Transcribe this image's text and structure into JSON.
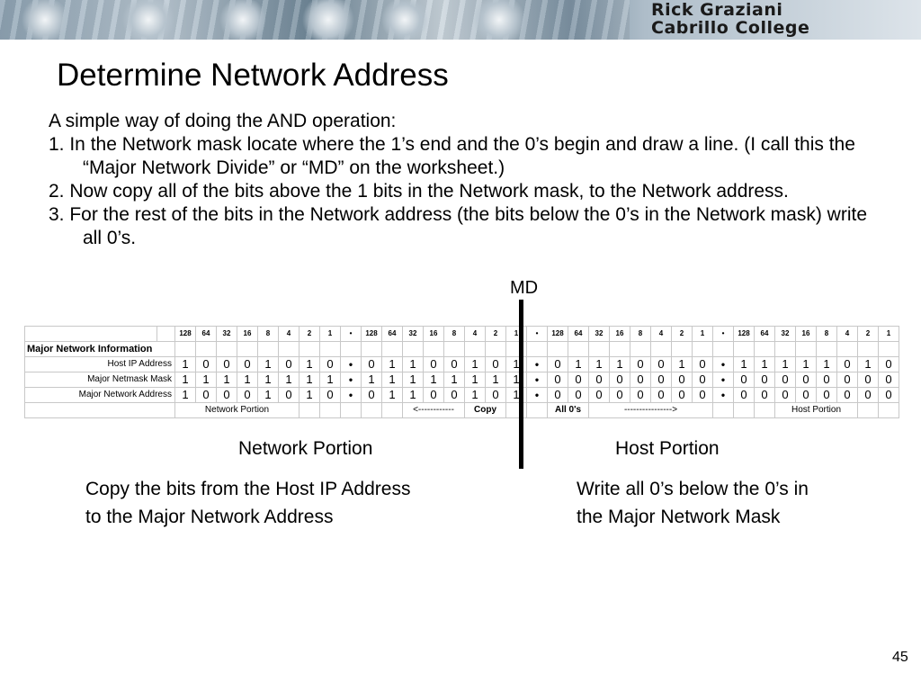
{
  "banner": {
    "author": "Rick Graziani",
    "institution": "Cabrillo College"
  },
  "title": "Determine Network Address",
  "intro": "A simple way of doing the AND operation:",
  "steps": [
    "1.  In the Network mask locate where the 1’s end and the 0’s begin and draw a line.  (I call this the “Major Network Divide” or “MD” on the worksheet.)",
    "2.  Now copy all of the bits above the 1 bits in the Network mask, to the Network address.",
    "3.  For the rest of the bits in the Network address (the bits below the 0’s in the Network mask)  write all 0’s."
  ],
  "md_label": "MD",
  "worksheet": {
    "bit_weights": [
      "128",
      "64",
      "32",
      "16",
      "8",
      "4",
      "2",
      "1"
    ],
    "separator": "•",
    "section_heading": "Major Network Information",
    "rows": [
      {
        "label": "Host IP Address",
        "octets": [
          [
            "1",
            "0",
            "0",
            "0",
            "1",
            "0",
            "1",
            "0"
          ],
          [
            "0",
            "1",
            "1",
            "0",
            "0",
            "1",
            "0",
            "1"
          ],
          [
            "0",
            "1",
            "1",
            "1",
            "0",
            "0",
            "1",
            "0"
          ],
          [
            "1",
            "1",
            "1",
            "1",
            "1",
            "0",
            "1",
            "0"
          ]
        ]
      },
      {
        "label": "Major Netmask Mask",
        "octets": [
          [
            "1",
            "1",
            "1",
            "1",
            "1",
            "1",
            "1",
            "1"
          ],
          [
            "1",
            "1",
            "1",
            "1",
            "1",
            "1",
            "1",
            "1"
          ],
          [
            "0",
            "0",
            "0",
            "0",
            "0",
            "0",
            "0",
            "0"
          ],
          [
            "0",
            "0",
            "0",
            "0",
            "0",
            "0",
            "0",
            "0"
          ]
        ]
      },
      {
        "label": "Major Network Address",
        "octets": [
          [
            "1",
            "0",
            "0",
            "0",
            "1",
            "0",
            "1",
            "0"
          ],
          [
            "0",
            "1",
            "1",
            "0",
            "0",
            "1",
            "0",
            "1"
          ],
          [
            "0",
            "0",
            "0",
            "0",
            "0",
            "0",
            "0",
            "0"
          ],
          [
            "0",
            "0",
            "0",
            "0",
            "0",
            "0",
            "0",
            "0"
          ]
        ]
      }
    ],
    "notes": {
      "network_portion": "Network Portion",
      "arrow_left": "<------------",
      "copy": "Copy",
      "all_zeros": "All 0's",
      "arrow_right": "---------------->",
      "host_portion": "Host Portion"
    }
  },
  "labels": {
    "network_portion": "Network Portion",
    "host_portion": "Host Portion"
  },
  "descriptions": {
    "network": [
      "Copy the bits from the Host IP Address",
      "to the Major Network Address"
    ],
    "host": [
      "Write all 0’s below the 0’s in",
      "the Major Network Mask"
    ]
  },
  "page_number": "45"
}
